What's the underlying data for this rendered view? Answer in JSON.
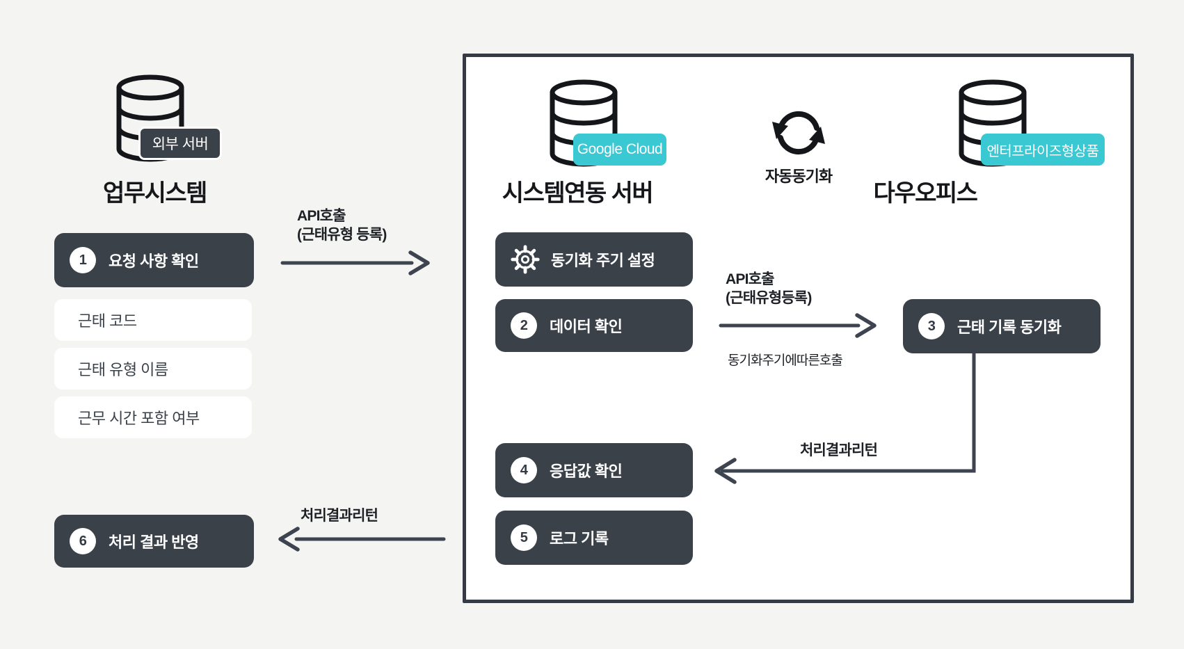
{
  "colors": {
    "background": "#F4F4F2",
    "card_dark": "#3A4149",
    "badge_teal": "#3AC8D2",
    "arrow": "#3D4450",
    "box_border": "#343B46"
  },
  "icons": {
    "external_server": "database-icon",
    "sync_server": "database-icon",
    "dawoffice": "database-icon",
    "auto_sync": "sync-arrows-icon",
    "sync_setting": "gear-icon"
  },
  "external_system": {
    "server_badge": "외부 서버",
    "title": "업무시스템",
    "step1": {
      "num": "1",
      "label": "요청 사항 확인"
    },
    "fields": [
      "근태 코드",
      "근태 유형 이름",
      "근무 시간 포함 여부"
    ],
    "step6": {
      "num": "6",
      "label": "처리 결과 반영"
    }
  },
  "integration_box": {
    "sync_server": {
      "badge": "Google Cloud",
      "title": "시스템연동 서버"
    },
    "auto_sync_label": "자동동기화",
    "dawoffice": {
      "badge": "엔터프라이즈형상품",
      "title": "다우오피스"
    },
    "steps": {
      "sync_setting": {
        "label": "동기화 주기 설정"
      },
      "step2": {
        "num": "2",
        "label": "데이터 확인"
      },
      "step3": {
        "num": "3",
        "label": "근태 기록 동기화"
      },
      "step4": {
        "num": "4",
        "label": "응답값 확인"
      },
      "step5": {
        "num": "5",
        "label": "로그 기록"
      }
    }
  },
  "arrows": {
    "request_to_box": {
      "line1": "API호출",
      "line2": "(근태유형 등록)"
    },
    "data_to_sync": {
      "line1": "API호출",
      "line2": "(근태유형등록)",
      "sublabel": "동기화주기에따른호출"
    },
    "result_return_inner": {
      "label": "처리결과리턴"
    },
    "result_return_outer": {
      "label": "처리결과리턴"
    }
  }
}
